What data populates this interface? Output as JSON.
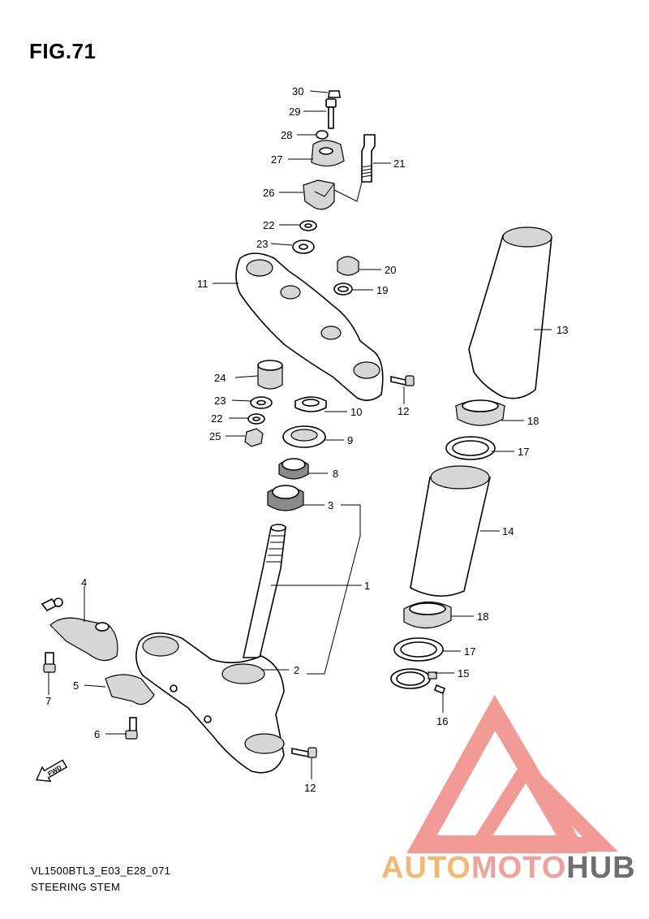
{
  "figure": {
    "title": "FIG.71",
    "model_code": "VL1500BTL3_E03_E28_071",
    "section_name": "STEERING STEM"
  },
  "callouts": [
    "30",
    "29",
    "28",
    "27",
    "21",
    "26",
    "22",
    "23",
    "20",
    "11",
    "19",
    "13",
    "24",
    "12",
    "23",
    "10",
    "22",
    "18",
    "25",
    "9",
    "17",
    "8",
    "3",
    "14",
    "4",
    "1",
    "18",
    "17",
    "15",
    "2",
    "5",
    "7",
    "16",
    "6",
    "12"
  ],
  "direction_arrow": {
    "label": "FWD"
  },
  "watermark": {
    "text_auto": "AUTO",
    "text_moto": "MOTO",
    "text_hub": "HUB",
    "colors": {
      "triangle": "#f08a84",
      "auto": "#f5b872",
      "moto": "#f2a09a",
      "hub": "#6e6e6e"
    }
  }
}
